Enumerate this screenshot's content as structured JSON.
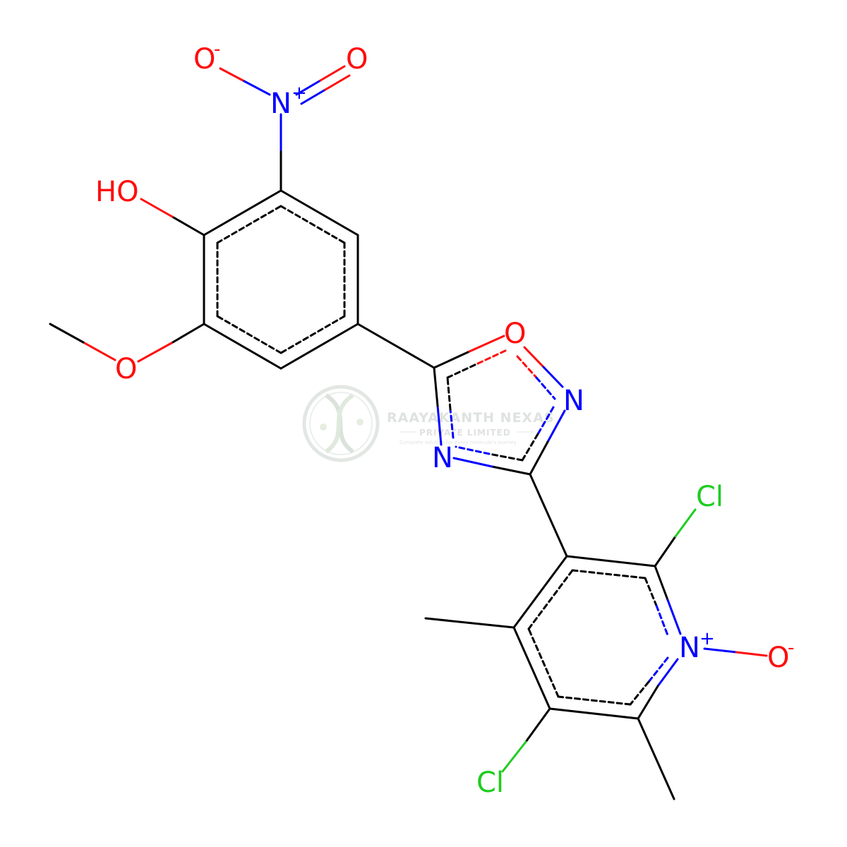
{
  "colors": {
    "bond": "#000000",
    "oxygen": "#ff0d0d",
    "nitrogen": "#0000ff",
    "chlorine": "#1fcc1f",
    "watermark": "#d9dedb"
  },
  "atoms": {
    "o_minus_nitro": "O",
    "o_minus_nitro_charge": "-",
    "o_double_nitro": "O",
    "n_nitro": "N",
    "n_nitro_charge": "+",
    "hydroxyl": "HO",
    "methoxy_o": "O",
    "oxadiazole_o": "O",
    "oxadiazole_n2": "N",
    "oxadiazole_n4": "N",
    "cl_upper": "Cl",
    "n_pyridine": "N",
    "n_pyridine_charge": "+",
    "o_pyridine": "O",
    "o_pyridine_charge": "-",
    "cl_lower": "Cl"
  },
  "watermark": {
    "title": "RAAYAKANTH NEXAS",
    "subtitle": "PRIVATE LIMITED",
    "tagline": "Complete solution for every molecule's journey",
    "icon": "dna-logo-icon"
  }
}
